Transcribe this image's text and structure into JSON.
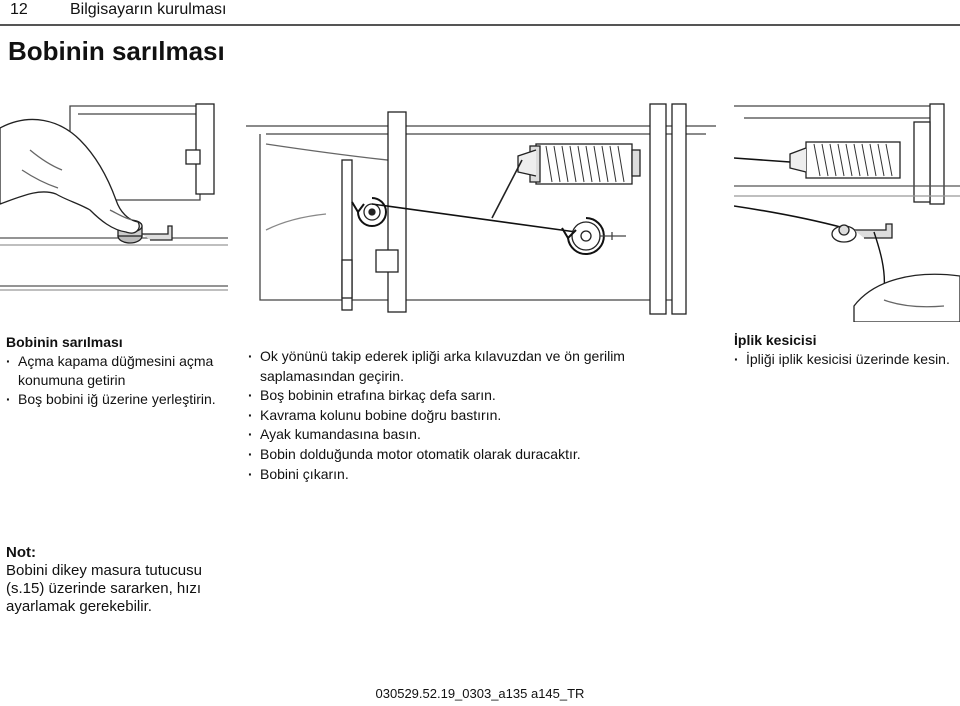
{
  "header": {
    "page_number": "12",
    "section": "Bilgisayarın kurulması"
  },
  "title": "Bobinin sarılması",
  "columns": {
    "left": {
      "heading": "Bobinin sarılması",
      "items": [
        "Açma kapama düğmesini açma konumuna getirin",
        "Boş bobini iğ üzerine yerleştirin."
      ]
    },
    "middle": {
      "items": [
        "Ok yönünü takip ederek ipliği arka kılavuzdan ve ön gerilim saplamasından geçirin.",
        "Boş bobinin etrafına birkaç defa sarın.",
        "Kavrama kolunu bobine doğru bastırın.",
        "Ayak kumandasına basın.",
        "Bobin dolduğunda motor otomatik olarak duracaktır.",
        "Bobini çıkarın."
      ]
    },
    "right": {
      "heading": "İplik kesicisi",
      "items": [
        "İpliği iplik kesicisi üzerinde kesin."
      ]
    }
  },
  "note": {
    "label": "Not:",
    "text": "Bobini dikey masura tutucusu (s.15) üzerinde sararken, hızı ayarlamak gerekebilir."
  },
  "footer": "030529.52.19_0303_a135 a145_TR"
}
